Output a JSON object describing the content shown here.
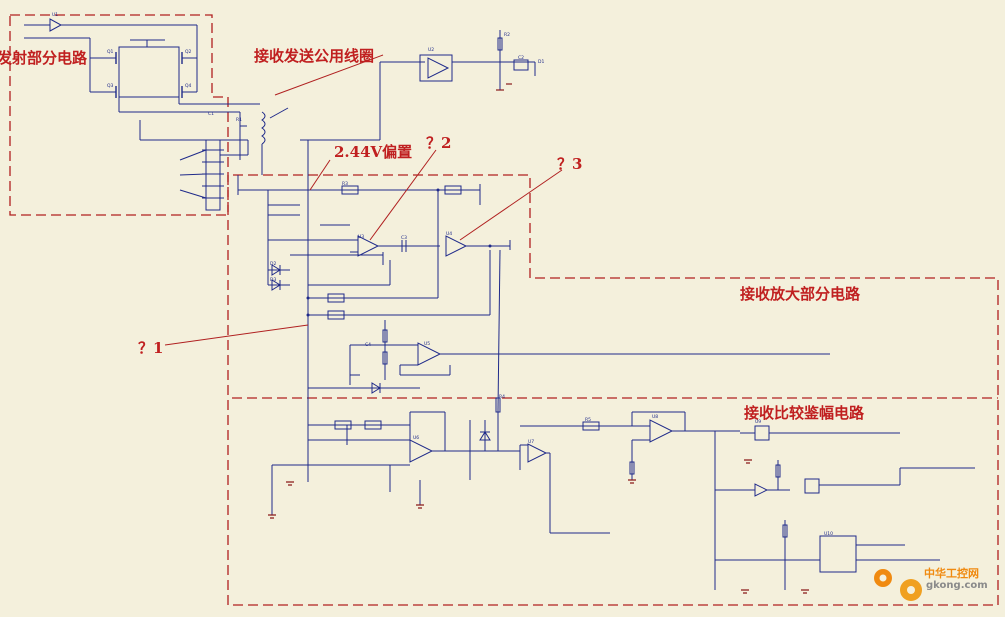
{
  "labels": {
    "tx_section": "发射部分电路",
    "coil": "接收发送公用线圈",
    "bias": "2.44V偏置",
    "q1": "？1",
    "q2": "？2",
    "q3": "？3",
    "rx_amp": "接收放大部分电路",
    "rx_cmp": "接收比较鉴幅电路"
  },
  "parts": {
    "u1": "U1",
    "u2": "U2",
    "u3": "U3",
    "u4": "U4",
    "u5": "U5",
    "u6": "U6",
    "u7": "U7",
    "u8": "U8",
    "u9": "U9",
    "u10": "U10",
    "c1": "C1",
    "c2": "C2",
    "c3": "C3",
    "c4": "C4",
    "r1": "R1",
    "r2": "R2",
    "r3": "R3",
    "r4": "R4",
    "r5": "R5",
    "q1": "Q1",
    "q2": "Q2",
    "q3": "Q3",
    "q4": "Q4",
    "d1": "D1",
    "d2": "D2",
    "d3": "D3"
  },
  "watermark": {
    "line1": "中华工控网",
    "line2": "gkong.com"
  },
  "colors": {
    "wire": "#1f2a8a",
    "annotation": "#c02020",
    "background": "#f4f0dc",
    "watermark_orange": "#f08a10"
  }
}
